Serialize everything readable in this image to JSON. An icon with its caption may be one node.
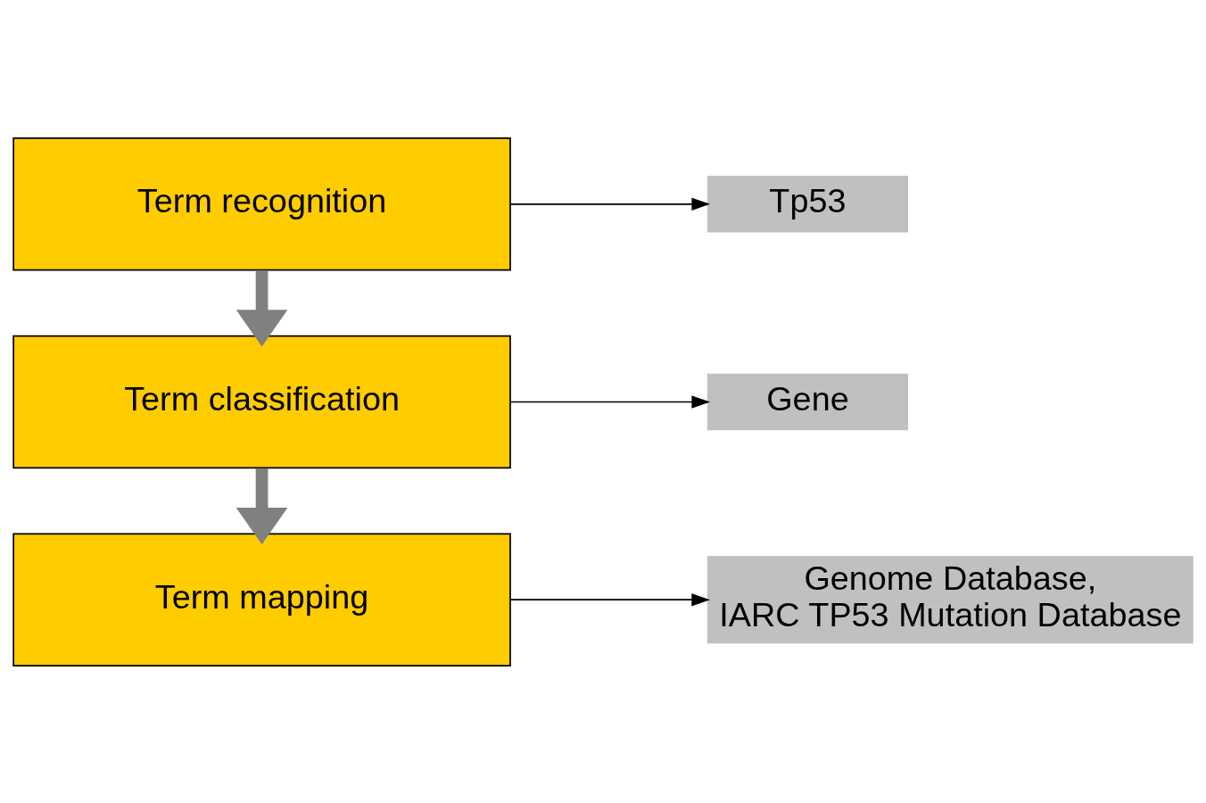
{
  "diagram": {
    "nodes": [
      {
        "text": [
          "Term recognition"
        ]
      },
      {
        "text": [
          "Tp53"
        ]
      },
      {
        "text": [
          "Term classification"
        ]
      },
      {
        "text": [
          "Gene"
        ]
      },
      {
        "text": [
          "Term mapping"
        ]
      },
      {
        "text": [
          "Genome Database,",
          "IARC TP53 Mutation Database"
        ]
      }
    ],
    "edges": [
      {
        "from": 0,
        "to": 1,
        "arrow": "to"
      },
      {
        "from": 0,
        "to": 2,
        "arrow": "to",
        "style": "thick",
        "color": "#808080"
      },
      {
        "from": 2,
        "to": 3,
        "arrow": "to"
      },
      {
        "from": 2,
        "to": 4,
        "arrow": "to",
        "style": "thick",
        "color": "#808080"
      },
      {
        "from": 4,
        "to": 5,
        "arrow": "to"
      }
    ]
  }
}
